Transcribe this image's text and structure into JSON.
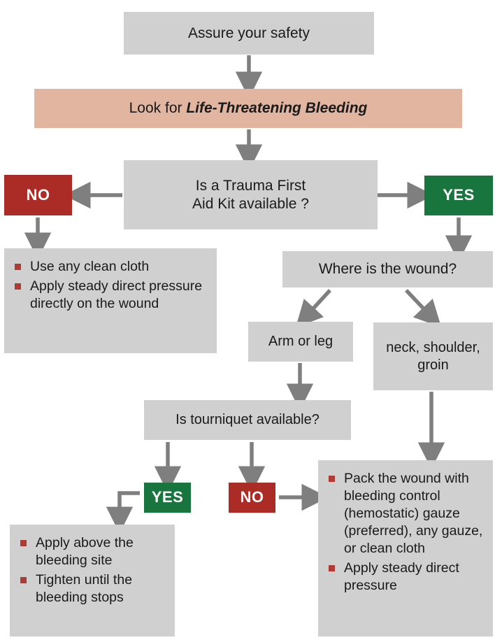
{
  "chart_data": {
    "type": "diagram",
    "title": "Life-Threatening Bleeding Control Flowchart",
    "diagram_kind": "flowchart",
    "colors": {
      "grey": "#d0d0d0",
      "pink": "#e2b5a1",
      "red": "#ab2b27",
      "green": "#17753d",
      "arrow": "#7f7f7f",
      "bullet": "#b03a34",
      "text": "#1a1a1a"
    },
    "nodes": [
      {
        "id": "assure",
        "label": "Assure your safety",
        "style": "grey"
      },
      {
        "id": "look",
        "label": "Look for Life-Threatening Bleeding",
        "style": "pink"
      },
      {
        "id": "kit",
        "label": "Is a Trauma First Aid Kit available ?",
        "style": "grey"
      },
      {
        "id": "no1",
        "label": "NO",
        "style": "red"
      },
      {
        "id": "yes1",
        "label": "YES",
        "style": "green"
      },
      {
        "id": "cloth",
        "label": "Use any clean cloth / Apply steady direct pressure directly on the wound",
        "style": "grey"
      },
      {
        "id": "where",
        "label": "Where is the wound?",
        "style": "grey"
      },
      {
        "id": "armleg",
        "label": "Arm or leg",
        "style": "grey"
      },
      {
        "id": "neck",
        "label": "neck, shoulder, groin",
        "style": "grey"
      },
      {
        "id": "tourniquet",
        "label": "Is tourniquet available?",
        "style": "grey"
      },
      {
        "id": "yes2",
        "label": "YES",
        "style": "green"
      },
      {
        "id": "no2",
        "label": "NO",
        "style": "red"
      },
      {
        "id": "apply",
        "label": "Apply above the bleeding site / Tighten until the bleeding stops",
        "style": "grey"
      },
      {
        "id": "pack",
        "label": "Pack the wound with bleeding control (hemostatic) gauze (preferred), any gauze, or clean cloth / Apply steady direct pressure",
        "style": "grey"
      }
    ],
    "edges": [
      {
        "from": "assure",
        "to": "look",
        "direction": "down"
      },
      {
        "from": "look",
        "to": "kit",
        "direction": "down"
      },
      {
        "from": "kit",
        "to": "no1",
        "direction": "left"
      },
      {
        "from": "kit",
        "to": "yes1",
        "direction": "right"
      },
      {
        "from": "no1",
        "to": "cloth",
        "direction": "down"
      },
      {
        "from": "yes1",
        "to": "where",
        "direction": "down"
      },
      {
        "from": "where",
        "to": "armleg",
        "direction": "down-left"
      },
      {
        "from": "where",
        "to": "neck",
        "direction": "down-right"
      },
      {
        "from": "armleg",
        "to": "tourniquet",
        "direction": "down"
      },
      {
        "from": "tourniquet",
        "to": "yes2",
        "direction": "down"
      },
      {
        "from": "tourniquet",
        "to": "no2",
        "direction": "down"
      },
      {
        "from": "yes2",
        "to": "apply",
        "direction": "elbow-left-down"
      },
      {
        "from": "no2",
        "to": "pack",
        "direction": "right"
      },
      {
        "from": "neck",
        "to": "pack",
        "direction": "down"
      }
    ]
  },
  "nodes": {
    "assure": {
      "text": "Assure your safety"
    },
    "look": {
      "prefix": "Look for ",
      "emphasis": "Life-Threatening Bleeding"
    },
    "kit": {
      "line1": "Is a Trauma First",
      "line2": "Aid Kit available ?"
    },
    "no1": {
      "text": "NO"
    },
    "yes1": {
      "text": "YES"
    },
    "cloth": {
      "items": [
        "Use any clean cloth",
        "Apply steady direct pressure directly on the wound"
      ]
    },
    "where": {
      "text": "Where is the wound?"
    },
    "armleg": {
      "text": "Arm or leg"
    },
    "neck": {
      "line1": "neck, shoulder,",
      "line2": "groin"
    },
    "tourniquet": {
      "text": "Is tourniquet available?"
    },
    "yes2": {
      "text": "YES"
    },
    "no2": {
      "text": "NO"
    },
    "apply": {
      "items": [
        "Apply above the bleeding site",
        "Tighten until the bleeding stops"
      ]
    },
    "pack": {
      "items": [
        "Pack the wound with bleeding con­trol (hemostatic) gauze (preferred), any gauze, or clean cloth",
        "Apply steady direct pressure"
      ]
    }
  }
}
